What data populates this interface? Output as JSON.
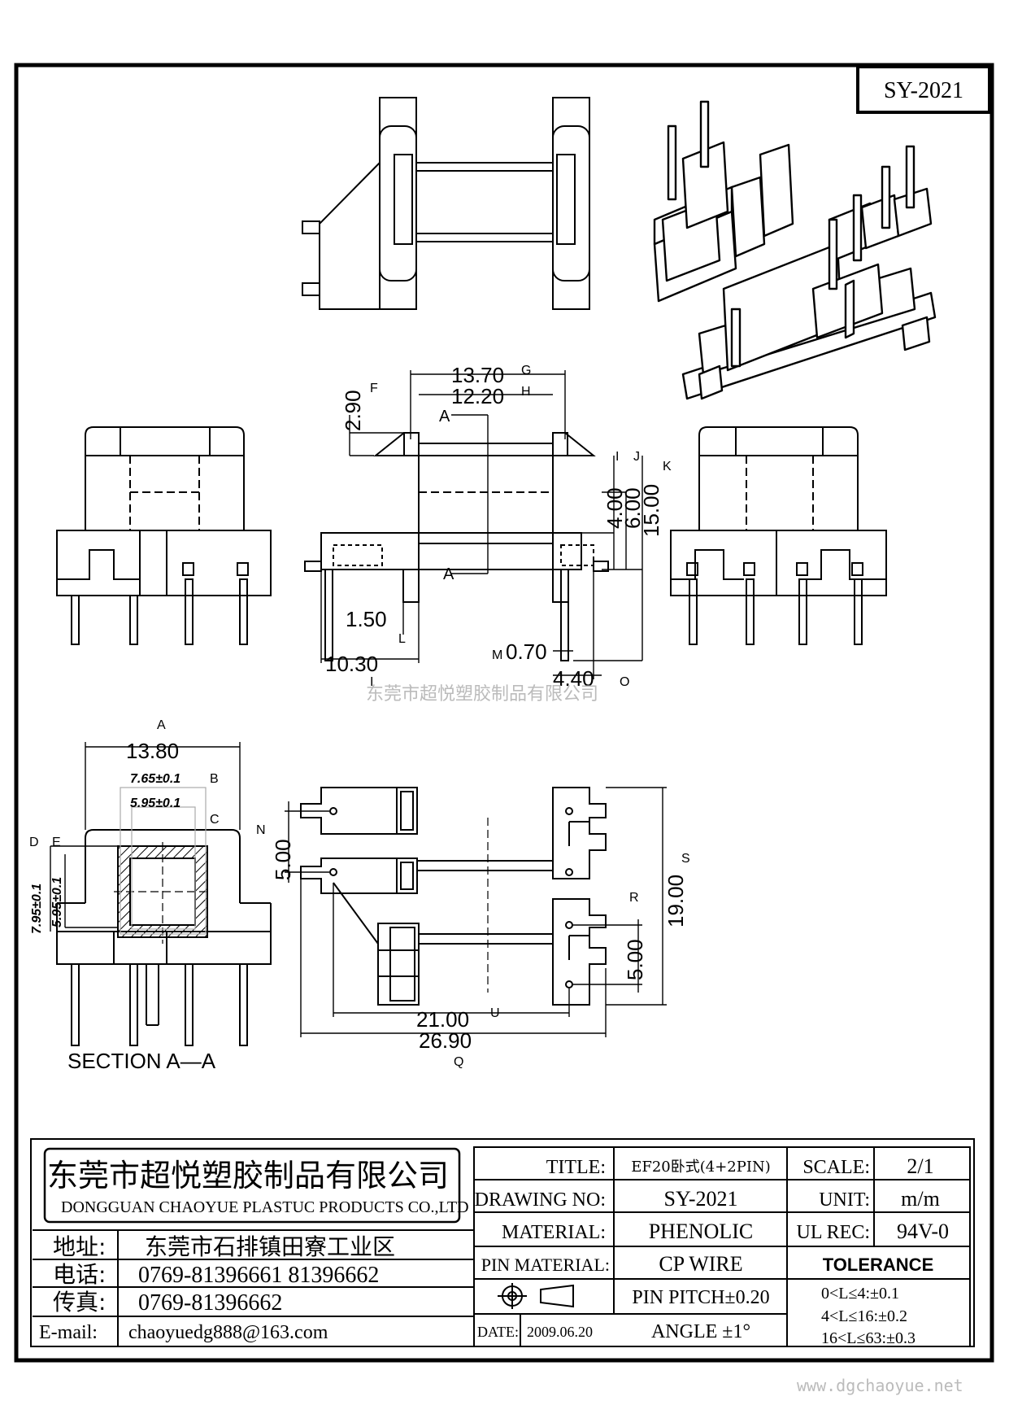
{
  "part_number": "SY-2021",
  "watermark_company": "东莞市超悦塑胶制品有限公司",
  "website": "www.dgchaoyue.net",
  "dimensions": {
    "top_width": "13.70",
    "top_width_mark": "G",
    "inner_width": "12.20",
    "inner_width_mark": "H",
    "flange_height": "2.90",
    "flange_height_mark": "F",
    "section_label_upper": "A",
    "section_label_lower": "A",
    "dim_4": "4.00",
    "dim_4_mark": "I",
    "dim_6": "6.00",
    "dim_6_mark": "J",
    "dim_15": "15.00",
    "dim_15_mark": "K",
    "dim_150": "1.50",
    "dim_150_mark": "L",
    "dim_1030": "10.30",
    "dim_1030_mark": "I",
    "dim_070": "0.70",
    "dim_070_mark": "M",
    "dim_440": "4.40",
    "dim_440_mark": "O",
    "sec_width": "13.80",
    "sec_width_mark": "A",
    "sec_765": "7.65±0.1",
    "sec_765_mark": "B",
    "sec_595": "5.95±0.1",
    "sec_595_mark": "C",
    "sec_795": "7.95±0.1",
    "sec_795_mark": "D",
    "sec_595v": "5.95±0.1",
    "sec_595v_mark": "E",
    "section_caption": "SECTION  A—A",
    "bot_500a": "5.00",
    "bot_500a_mark": "N",
    "bot_1900": "19.00",
    "bot_1900_mark": "S",
    "bot_500b": "5.00",
    "bot_500b_mark": "R",
    "bot_2100": "21.00",
    "bot_2100_mark": "U",
    "bot_2690": "26.90",
    "bot_2690_mark": "Q"
  },
  "title_block": {
    "company_cn": "东莞市超悦塑胶制品有限公司",
    "company_en": "DONGGUAN CHAOYUE PLASTUC PRODUCTS CO.,LTD",
    "address_label": "地址:",
    "address": "东莞市石排镇田寮工业区",
    "phone_label": "电话:",
    "phone": "0769-81396661   81396662",
    "fax_label": "传真:",
    "fax": "0769-81396662",
    "email_label": "E-mail:",
    "email": "chaoyuedg888@163.com",
    "title_label": "TITLE:",
    "title_value": "EF20卧式(4+2PIN)",
    "drawing_no_label": "DRAWING NO:",
    "drawing_no": "SY-2021",
    "material_label": "MATERIAL:",
    "material": "PHENOLIC",
    "pin_material_label": "PIN MATERIAL:",
    "pin_material": "CP WIRE",
    "pin_pitch": "PIN PITCH±0.20",
    "angle": "ANGLE  ±1°",
    "date_label": "DATE:",
    "date": "2009.06.20",
    "scale_label": "SCALE:",
    "scale": "2/1",
    "unit_label": "UNIT:",
    "unit": "m/m",
    "ul_label": "UL REC:",
    "ul": "94V-0",
    "tolerance_label": "TOLERANCE",
    "tol_1": "0<L≤4:±0.1",
    "tol_2": "4<L≤16:±0.2",
    "tol_3": "16<L≤63:±0.3"
  }
}
